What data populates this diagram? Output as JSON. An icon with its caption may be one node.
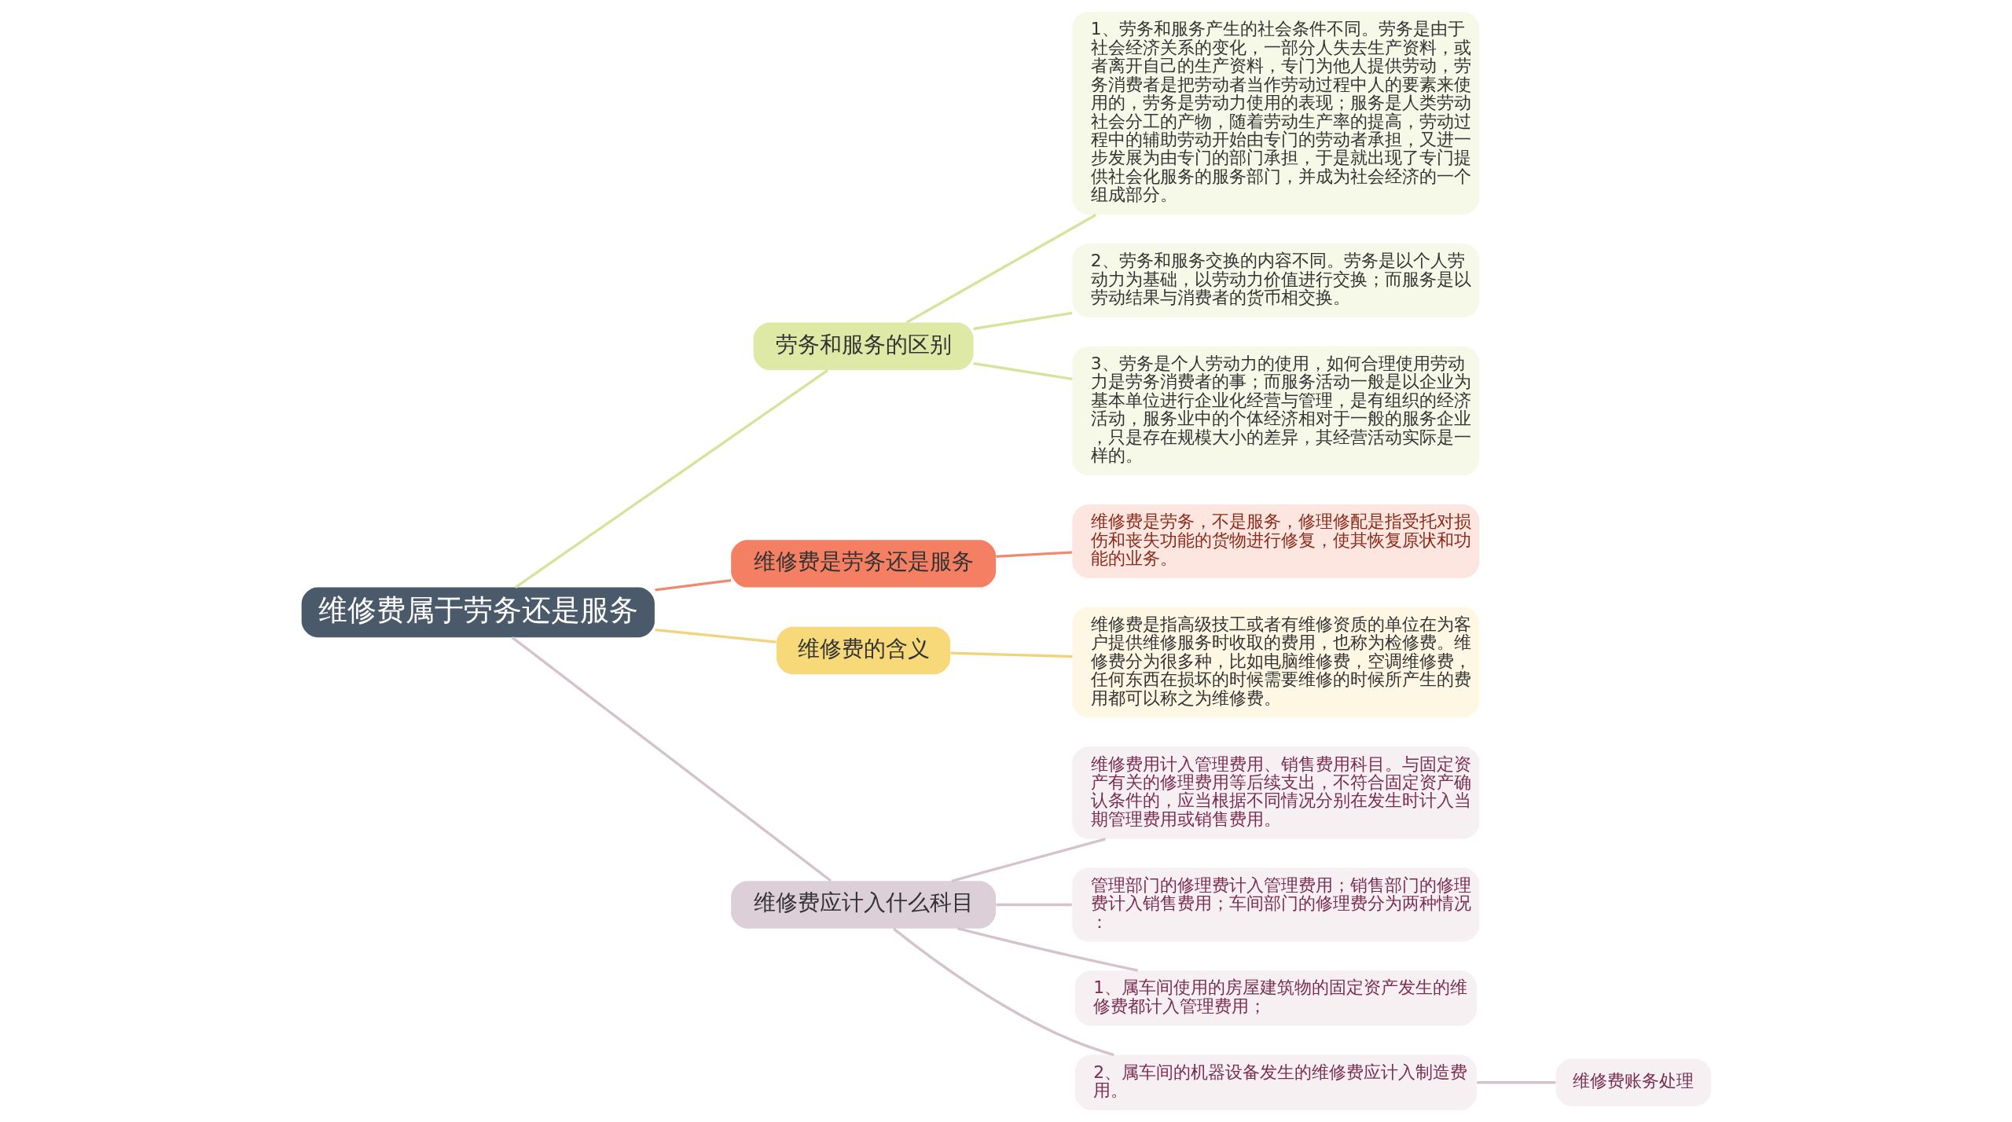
{
  "diagram": {
    "nodes": [
      {
        "text": [
          "维修费属于劳务还是服务"
        ]
      },
      {
        "text": [
          "劳务和服务的区别"
        ]
      },
      {
        "text": [
          "1、劳务和服务产生的社会条件不同。劳务是由于社会经济关系的变化，一部分人失去生产资料，或者离开自己的生产资料，专门为他人提供劳动，劳务消费者是把劳动者当作劳动过程中人的要素来使用的，劳务是劳动力使用的表现；服务是人类劳动社会分工的产物，随着劳动生产率的提高，劳动过程中的辅助劳动开始由专门的劳动者承担，又进一步发展为由专门的部门承担，于是就出现了专门提供社会化服务的服务部门，并成为社会经济的一个组成部分。"
        ]
      },
      {
        "text": [
          "2、劳务和服务交换的内容不同。劳务是以个人劳动力为基础，以劳动力价值进行交换；而服务是以劳动结果与消费者的货币相交换。"
        ]
      },
      {
        "text": [
          "3、劳务是个人劳动力的使用，如何合理使用劳动力是劳务消费者的事；而服务活动一般是以企业为基本单位进行企业化经营与管理，是有组织的经济活动，服务业中的个体经济相对于一般的服务企业，只是存在规模大小的差异，其经营活动实际是一样的。"
        ]
      },
      {
        "text": [
          "维修费是劳务还是服务"
        ]
      },
      {
        "text": [
          "维修费是劳务，不是服务，修理修配是指受托对损伤和丧失功能的货物进行修复，使其恢复原状和功能的业务。"
        ]
      },
      {
        "text": [
          "维修费的含义"
        ]
      },
      {
        "text": [
          "维修费是指高级技工或者有维修资质的单位在为客户提供维修服务时收取的费用，也称为检修费。维修费分为很多种，比如电脑维修费，空调维修费，任何东西在损坏的时候需要维修的时候所产生的费用都可以称之为维修费。"
        ]
      },
      {
        "text": [
          "维修费应计入什么科目"
        ]
      },
      {
        "text": [
          "维修费用计入管理费用、销售费用科目。与固定资产有关的修理费用等后续支出，不符合固定资产确认条件的，应当根据不同情况分别在发生时计入当期管理费用或销售费用。"
        ]
      },
      {
        "text": [
          "管理部门的修理费计入管理费用；销售部门的修理费计入销售费用；车间部门的修理费分为两种情况："
        ]
      },
      {
        "text": [
          "1、属车间使用的房屋建筑物的固定资产发生的维修费都计入管理费用；"
        ]
      },
      {
        "text": [
          "2、属车间的机器设备发生的维修费应计入制造费用。"
        ]
      },
      {
        "text": [
          "维修费账务处理"
        ]
      }
    ],
    "edges": [
      {
        "from": 0,
        "to": 1,
        "arrow": "none",
        "color": "#d6e39a"
      },
      {
        "from": 1,
        "to": 2,
        "arrow": "none",
        "color": "#d6e39a"
      },
      {
        "from": 1,
        "to": 3,
        "arrow": "none",
        "color": "#d6e39a"
      },
      {
        "from": 1,
        "to": 4,
        "arrow": "none",
        "color": "#d6e39a"
      },
      {
        "from": 0,
        "to": 5,
        "arrow": "none",
        "color": "#ef8a6e"
      },
      {
        "from": 5,
        "to": 6,
        "arrow": "none",
        "color": "#ef8a6e"
      },
      {
        "from": 0,
        "to": 7,
        "arrow": "none",
        "color": "#f2d27a"
      },
      {
        "from": 7,
        "to": 8,
        "arrow": "none",
        "color": "#f2d27a"
      },
      {
        "from": 0,
        "to": 9,
        "arrow": "none",
        "color": "#d4c3cd"
      },
      {
        "from": 9,
        "to": 10,
        "arrow": "none",
        "color": "#d4c3cd"
      },
      {
        "from": 9,
        "to": 11,
        "arrow": "none",
        "color": "#d4c3cd"
      },
      {
        "from": 9,
        "to": 12,
        "arrow": "none",
        "color": "#d4c3cd"
      },
      {
        "from": 9,
        "to": 13,
        "arrow": "none",
        "color": "#d4c3cd"
      },
      {
        "from": 13,
        "to": 14,
        "arrow": "none",
        "color": "#d4c3cd"
      }
    ]
  }
}
